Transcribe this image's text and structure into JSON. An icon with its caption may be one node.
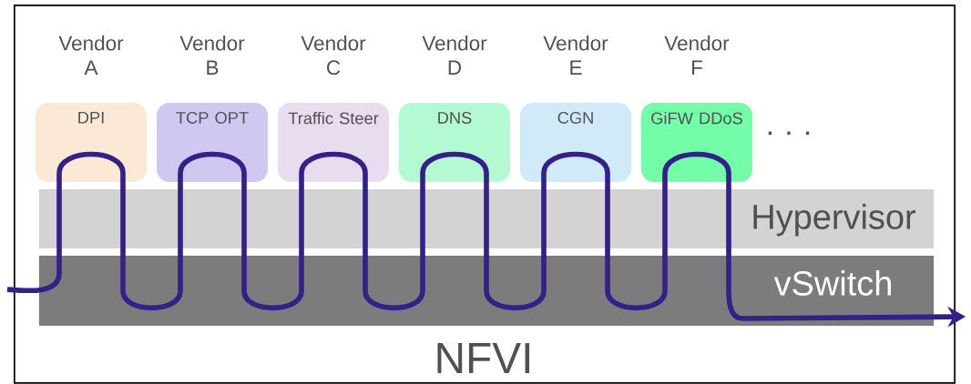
{
  "diagram": {
    "nodes": [
      {
        "text": [
          "NFVI"
        ]
      },
      {
        "text": [
          "Vendor A",
          "DPI"
        ],
        "in": 0
      },
      {
        "text": [
          "Vendor B",
          "TCP OPT"
        ],
        "in": 0
      },
      {
        "text": [
          "Vendor C",
          "Traffic Steer"
        ],
        "in": 0
      },
      {
        "text": [
          "Vendor D",
          "DNS"
        ],
        "in": 0
      },
      {
        "text": [
          "Vendor E",
          "CGN"
        ],
        "in": 0
      },
      {
        "text": [
          "Vendor F",
          "GiFW DDoS"
        ],
        "in": 0
      },
      {
        "text": [
          "Hypervisor"
        ],
        "in": 0
      },
      {
        "text": [
          "vSwitch"
        ],
        "in": 0
      }
    ],
    "labels": [
      "· · ·"
    ]
  }
}
